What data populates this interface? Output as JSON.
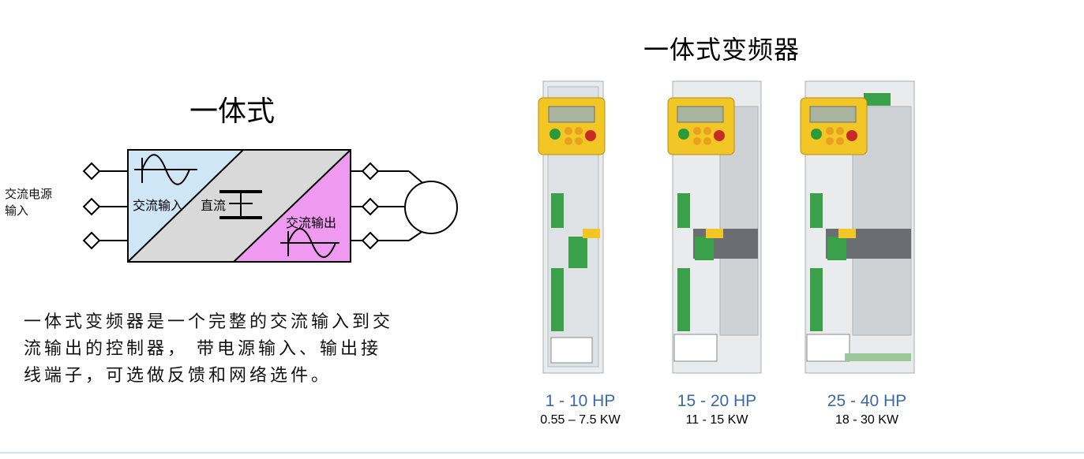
{
  "left": {
    "title": "一体式",
    "input_label_line1": "交流电源",
    "input_label_line2": "输入",
    "block_ac_input": "交流输入",
    "block_dc": "直流",
    "block_ac_output": "交流输出",
    "description": "一体式变频器是一个完整的交流输入到交流输出的控制器， 带电源输入、输出接线端子，可选做反馈和网络选件。"
  },
  "right": {
    "title": "一体式变频器",
    "products": [
      {
        "hp": "1 - 10 HP",
        "kw": "0.55 – 7.5 KW"
      },
      {
        "hp": "15 - 20 HP",
        "kw": "11 - 15 KW"
      },
      {
        "hp": "25 - 40 HP",
        "kw": "18 - 30 KW"
      }
    ]
  },
  "colors": {
    "rectifier_fill": "#cfe6f6",
    "dc_fill": "#d9d9d9",
    "inverter_fill": "#ef9af0",
    "keypad": "#f2c624",
    "hp_text": "#3a6aa8"
  }
}
